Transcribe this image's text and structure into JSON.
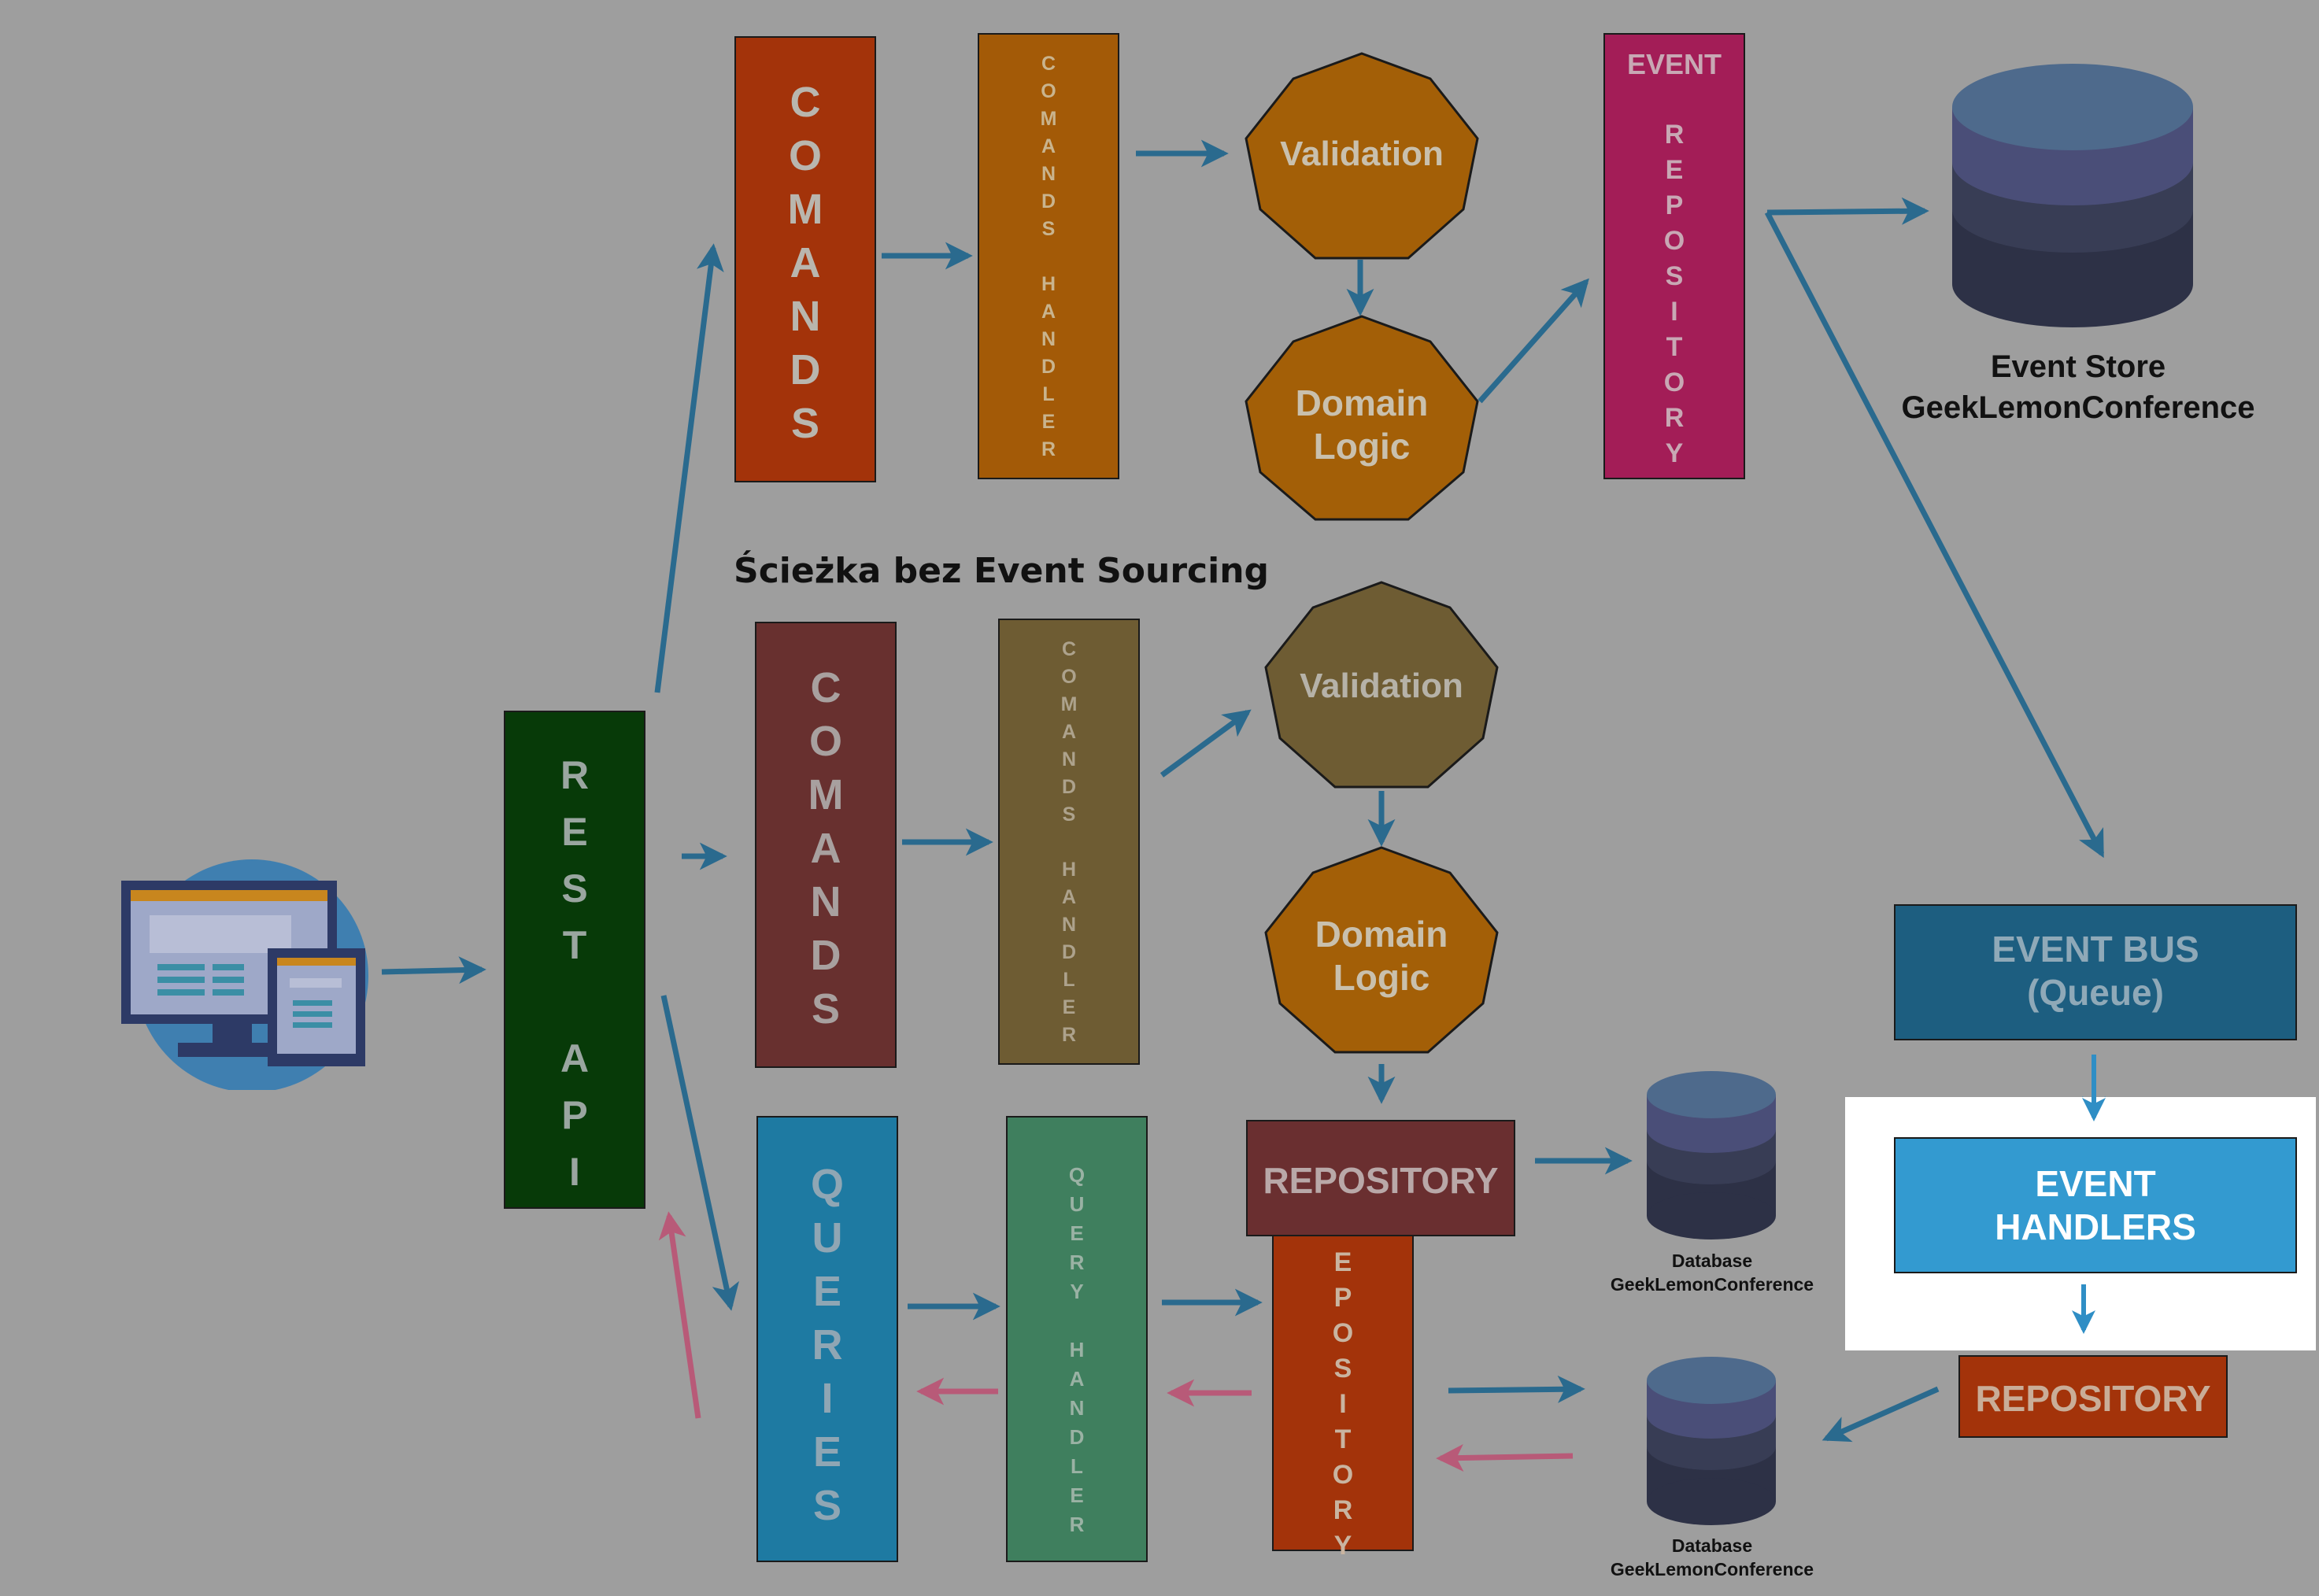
{
  "colors": {
    "background": "#9e9e9e",
    "arrow_blue": "#2a6a8e",
    "arrow_pink": "#b85a78",
    "commands_top": "#a3330a",
    "commands_handler_top": "#a35a07",
    "validation_top": "#a35f07",
    "event_repository": "#a31d57",
    "commands_mid": "#68302f",
    "commands_handler_mid": "#6e5c33",
    "validation_mid": "#6e5c33",
    "domain_logic_mid": "#a35f07",
    "rest_api": "#073a08",
    "queries": "#1e7aa2",
    "query_handler": "#3f7f5e",
    "repository_mid": "#6a2f30",
    "repository_low": "#a3330a",
    "event_bus": "#1d5e80",
    "event_handlers": "#339ad0",
    "repository_right": "#a3330a"
  },
  "rest_api": {
    "label": "REST API",
    "icon": "desktop-tablet-icon"
  },
  "top_path": {
    "commands": "COMANDS",
    "commands_handler": "COMANDS HANDLER",
    "validation": "Validation",
    "domain_logic_1": "Domain",
    "domain_logic_2": "Logic",
    "event_repository_head": "EVENT",
    "event_repository_body": "REPOSITORY"
  },
  "event_store": {
    "icon": "database-icon",
    "line1": "Event Store",
    "line2": "GeekLemonConference"
  },
  "middle_path": {
    "title": "Ścieżka bez Event Sourcing",
    "commands": "COMANDS",
    "commands_handler": "COMANDS HANDLER",
    "validation": "Validation",
    "domain_logic_1": "Domain",
    "domain_logic_2": "Logic",
    "repository": "REPOSITORY"
  },
  "query_path": {
    "queries": "QUERIES",
    "query_handler": "QUERY HANDLER",
    "repository_vertical": "EPOSITORY"
  },
  "databases": [
    {
      "icon": "database-icon",
      "line1": "Database",
      "line2": "GeekLemonConference"
    },
    {
      "icon": "database-icon",
      "line1": "Database",
      "line2": "GeekLemonConference"
    }
  ],
  "event_bus": {
    "line1": "EVENT BUS",
    "line2": "(Queue)"
  },
  "event_handlers": {
    "line1": "EVENT",
    "line2": "HANDLERS"
  },
  "repository_right": "REPOSITORY"
}
